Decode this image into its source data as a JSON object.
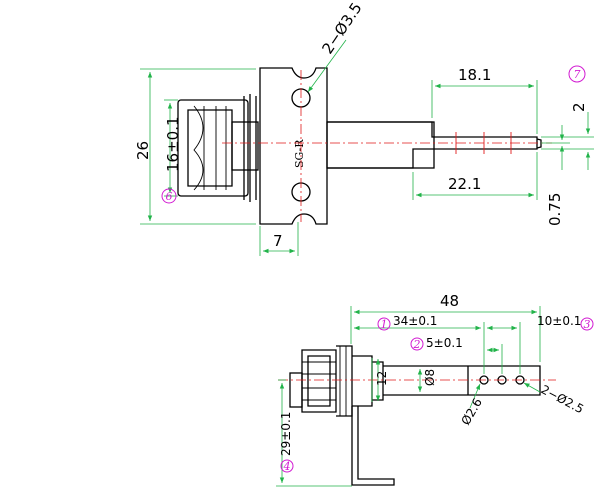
{
  "top_view": {
    "dim_hole": "2−Ø3.5",
    "dim_shaft_len": "18.1",
    "dim_total_height": "26",
    "dim_boss": "16±0.1",
    "dim_flat_height": "2",
    "dim_tip": "0.75",
    "dim_shaft_from_body": "22.1",
    "dim_body_width": "7",
    "body_mark": "SG-R",
    "callout_6": "6",
    "callout_7": "7"
  },
  "side_view": {
    "dim_overall": "48",
    "dim_34": "34±0.1",
    "dim_5": "5±0.1",
    "dim_10": "10±0.1",
    "dim_12": "12",
    "dim_8": "Ø8",
    "dim_26": "Ø2.6",
    "dim_holes": "2−Ø2.5",
    "dim_bracket": "29±0.1",
    "callout_1": "1",
    "callout_2": "2",
    "callout_3": "3",
    "callout_4": "4"
  },
  "colors": {
    "outline": "#000000",
    "dimension": "#22b34a",
    "centerline": "#e01a1a",
    "callout": "#d21bd2"
  }
}
